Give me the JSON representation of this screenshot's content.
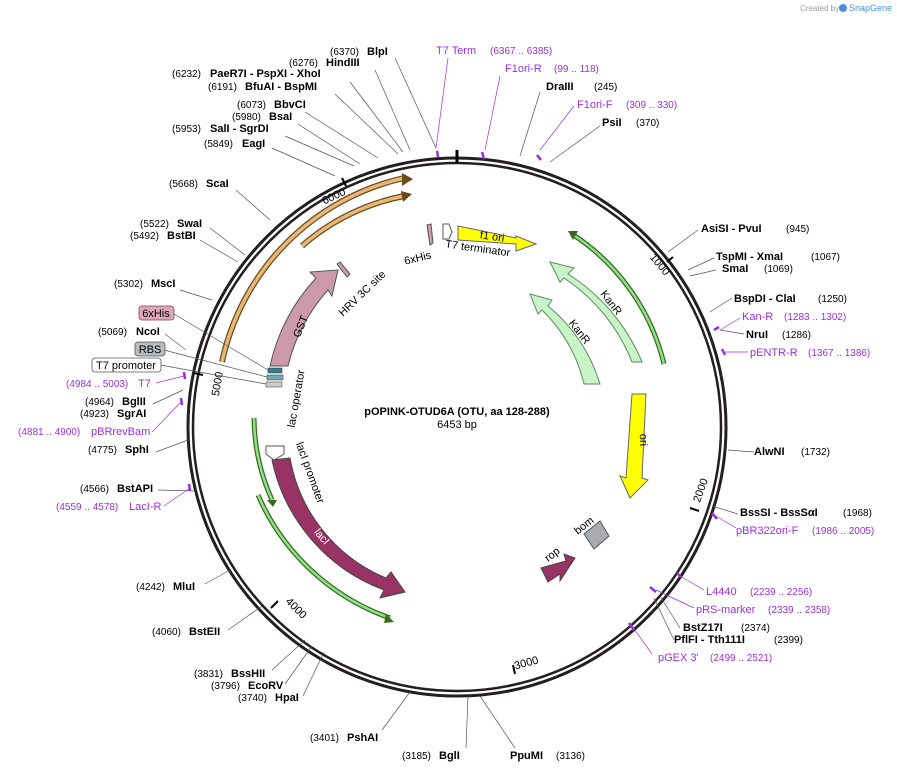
{
  "map": {
    "title": "pOPINK-OTUD6A (OTU, aa 128-288)",
    "length_label": "6453 bp",
    "total_bp": 6453,
    "credit_prefix": "Created by",
    "credit_brand": "SnapGene"
  },
  "ticks": [
    {
      "bp": 1000,
      "label": "1000"
    },
    {
      "bp": 2000,
      "label": "2000"
    },
    {
      "bp": 3000,
      "label": "3000"
    },
    {
      "bp": 4000,
      "label": "4000"
    },
    {
      "bp": 5000,
      "label": "5000"
    },
    {
      "bp": 6000,
      "label": "6000"
    }
  ],
  "enzymes": [
    {
      "name": "BlpI",
      "pos": "(6370)"
    },
    {
      "name": "HindIII",
      "pos": "(6276)"
    },
    {
      "name": "PaeR7I  - PspXI  - XhoI",
      "pos": "(6232)"
    },
    {
      "name": "BfuAI  - BspMI",
      "pos": "(6191)"
    },
    {
      "name": "BbvCI",
      "pos": "(6073)"
    },
    {
      "name": "BsaI",
      "pos": "(5980)"
    },
    {
      "name": "SalI  - SgrDI",
      "pos": "(5953)"
    },
    {
      "name": "EagI",
      "pos": "(5849)"
    },
    {
      "name": "ScaI",
      "pos": "(5668)"
    },
    {
      "name": "SwaI",
      "pos": "(5522)"
    },
    {
      "name": "BstBI",
      "pos": "(5492)"
    },
    {
      "name": "MscI",
      "pos": "(5302)"
    },
    {
      "name": "NcoI",
      "pos": "(5069)"
    },
    {
      "name": "BglII",
      "pos": "(4964)"
    },
    {
      "name": "SgrAI",
      "pos": "(4923)"
    },
    {
      "name": "SphI",
      "pos": "(4775)"
    },
    {
      "name": "BstAPI",
      "pos": "(4566)"
    },
    {
      "name": "MluI",
      "pos": "(4242)"
    },
    {
      "name": "BstEII",
      "pos": "(4060)"
    },
    {
      "name": "BssHII",
      "pos": "(3831)"
    },
    {
      "name": "EcoRV",
      "pos": "(3796)"
    },
    {
      "name": "HpaI",
      "pos": "(3740)"
    },
    {
      "name": "PshAI",
      "pos": "(3401)"
    },
    {
      "name": "BglI",
      "pos": "(3185)"
    },
    {
      "name": "PpuMI",
      "pos": "(3136)"
    },
    {
      "name": "DraIII",
      "pos": "(245)"
    },
    {
      "name": "PsiI",
      "pos": "(370)"
    },
    {
      "name": "AsiSI  - PvuI",
      "pos": "(945)"
    },
    {
      "name": "TspMI  - XmaI",
      "pos": "(1067)"
    },
    {
      "name": "SmaI",
      "pos": "(1069)"
    },
    {
      "name": "BspDI  - ClaI",
      "pos": "(1250)"
    },
    {
      "name": "NruI",
      "pos": "(1286)"
    },
    {
      "name": "AlwNI",
      "pos": "(1732)"
    },
    {
      "name": "BssSI  - BssSαI",
      "pos": "(1968)"
    },
    {
      "name": "BstZ17I",
      "pos": "(2374)"
    },
    {
      "name": "PflFI  - Tth111I",
      "pos": "(2399)"
    }
  ],
  "primers": [
    {
      "name": "T7 Term",
      "pos": "(6367 .. 6385)"
    },
    {
      "name": "F1ori-R",
      "pos": "(99 .. 118)"
    },
    {
      "name": "F1ori-F",
      "pos": "(309 .. 330)"
    },
    {
      "name": "Kan-R",
      "pos": "(1283 .. 1302)"
    },
    {
      "name": "pENTR-R",
      "pos": "(1367 .. 1386)"
    },
    {
      "name": "pBR322ori-F",
      "pos": "(1986 .. 2005)"
    },
    {
      "name": "L4440",
      "pos": "(2239 .. 2256)"
    },
    {
      "name": "pRS-marker",
      "pos": "(2339 .. 2358)"
    },
    {
      "name": "pGEX 3'",
      "pos": "(2499 .. 2521)"
    },
    {
      "name": "T7",
      "pos": "(4984 .. 5003)"
    },
    {
      "name": "pBRrevBam",
      "pos": "(4881 .. 4900)"
    },
    {
      "name": "LacI-R",
      "pos": "(4559 .. 4578)"
    }
  ],
  "boxed_labels": [
    {
      "text": "6xHis"
    },
    {
      "text": "RBS"
    },
    {
      "text": "T7 promoter"
    }
  ],
  "features": [
    {
      "text": "f1 ori"
    },
    {
      "text": "T7 terminator"
    },
    {
      "text": "6xHis"
    },
    {
      "text": "KanR"
    },
    {
      "text": "KanR"
    },
    {
      "text": "ori"
    },
    {
      "text": "rop"
    },
    {
      "text": "bom"
    },
    {
      "text": "lacI"
    },
    {
      "text": "lacI promoter"
    },
    {
      "text": "lac operator"
    },
    {
      "text": "GST"
    },
    {
      "text": "HRV 3C site"
    }
  ],
  "colors": {
    "primer": "#9b30d9",
    "backbone": "#231f20",
    "orf_green": "#c8f5c8",
    "ori_yellow": "#ffff00",
    "laci_purple": "#993366",
    "gst_pink": "#cc99aa",
    "orange_arrow": "#e8b878"
  }
}
